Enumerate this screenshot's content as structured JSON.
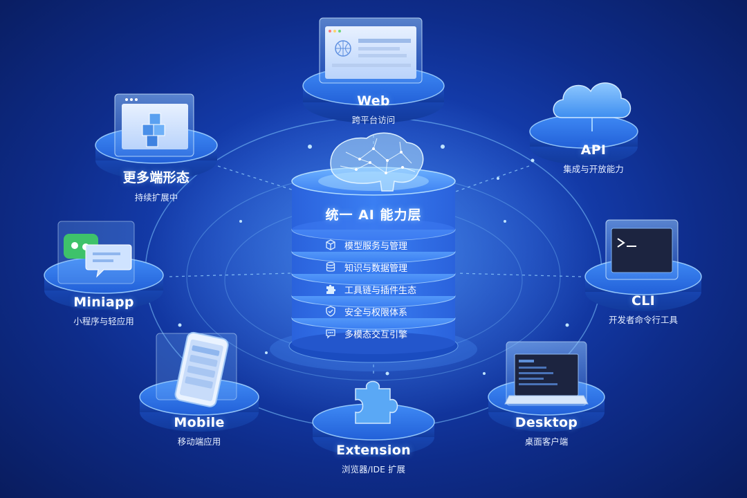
{
  "core": {
    "title": "统一 AI 能力层",
    "layers": [
      {
        "label": "模型服务与管理",
        "icon": "cube-icon"
      },
      {
        "label": "知识与数据管理",
        "icon": "database-icon"
      },
      {
        "label": "工具链与插件生态",
        "icon": "puzzle-icon"
      },
      {
        "label": "安全与权限体系",
        "icon": "shield-icon"
      },
      {
        "label": "多模态交互引擎",
        "icon": "chat-icon"
      }
    ]
  },
  "nodes": {
    "web": {
      "title": "Web",
      "subtitle": "跨平台访问",
      "icon": "browser-window-icon"
    },
    "api": {
      "title": "API",
      "subtitle": "集成与开放能力",
      "icon": "cloud-icon"
    },
    "cli": {
      "title": "CLI",
      "subtitle": "开发者命令行工具",
      "icon": "terminal-icon"
    },
    "desktop": {
      "title": "Desktop",
      "subtitle": "桌面客户端",
      "icon": "laptop-icon"
    },
    "extension": {
      "title": "Extension",
      "subtitle": "浏览器/IDE 扩展",
      "icon": "puzzle-icon"
    },
    "mobile": {
      "title": "Mobile",
      "subtitle": "移动端应用",
      "icon": "smartphone-icon"
    },
    "miniapp": {
      "title": "Miniapp",
      "subtitle": "小程序与轻应用",
      "icon": "chat-bubbles-icon"
    },
    "more": {
      "title": "更多端形态",
      "subtitle": "持续扩展中",
      "icon": "cubes-icon"
    }
  },
  "colors": {
    "accent": "#4aa3ff",
    "background": "#1246b8",
    "glow": "#7cc4ff",
    "cloud": "#5aa8f5",
    "terminal": "#1c2440"
  }
}
